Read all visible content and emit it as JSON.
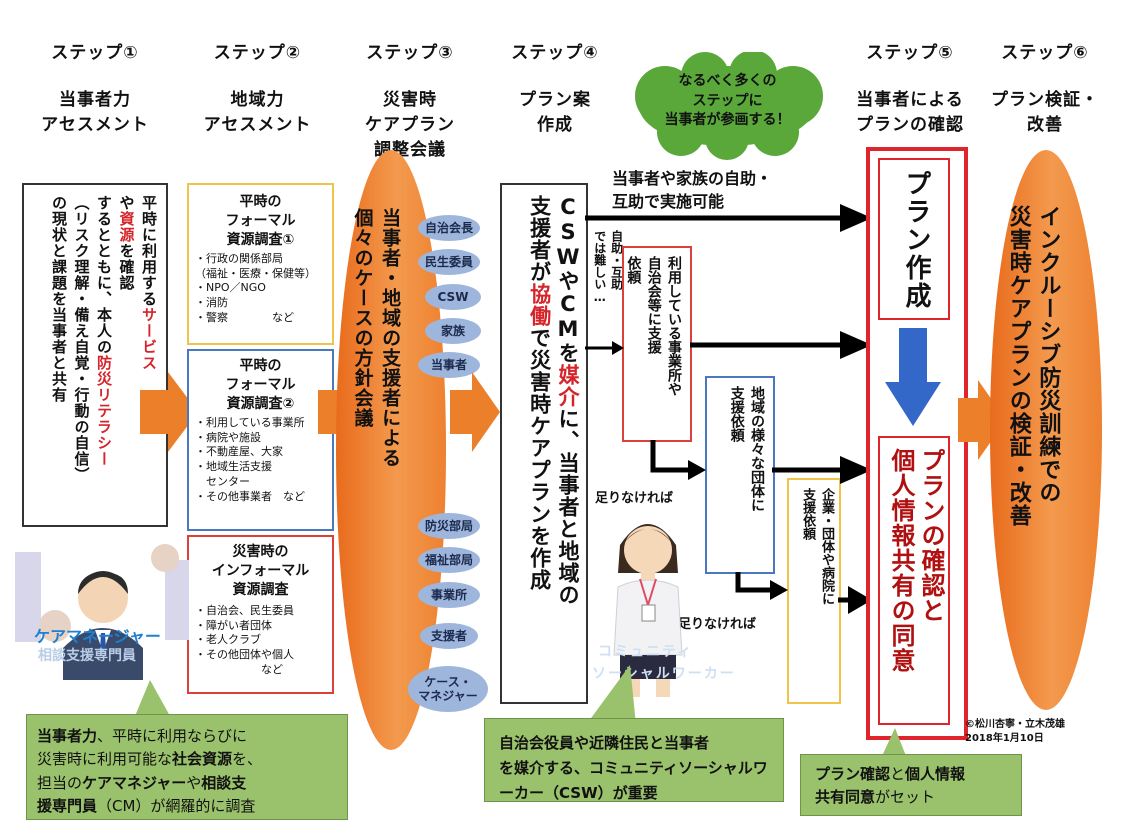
{
  "steps": [
    {
      "label": "ステップ①",
      "title_line1": "当事者力",
      "title_line2": "アセスメント"
    },
    {
      "label": "ステップ②",
      "title_line1": "地域力",
      "title_line2": "アセスメント"
    },
    {
      "label": "ステップ③",
      "title_line1": "災害時",
      "title_line2": "ケアプラン",
      "title_line3": "調整会議"
    },
    {
      "label": "ステップ④",
      "title_line1": "プラン案",
      "title_line2": "作成"
    },
    {
      "label": "ステップ⑤",
      "title_line1": "当事者による",
      "title_line2": "プランの確認"
    },
    {
      "label": "ステップ⑥",
      "title_line1": "プラン検証・",
      "title_line2": "改善"
    }
  ],
  "cloud": {
    "line1": "なるべく多くの",
    "line2": "ステップに",
    "line3": "当事者が参画する！"
  },
  "step1_box": {
    "col1_a": "平時に利用する",
    "col1_b": "サービス",
    "col2_a": "や",
    "col2_b": "資源",
    "col2_c": "を確認",
    "col3_a": "するとともに、本人の",
    "col3_b": "防災リテラシー",
    "col4": "（リスク理解・備え自覚・行動の自信）",
    "col5": "の現状と課題を当事者と共有"
  },
  "resources": [
    {
      "title_line1": "平時の",
      "title_line2": "フォーマル",
      "title_line3": "資源調査①",
      "items": [
        "・行政の関係部局",
        "（福祉・医療・保健等）",
        "・NPO／NGO",
        "・消防",
        "・警察　　　　など"
      ]
    },
    {
      "title_line1": "平時の",
      "title_line2": "フォーマル",
      "title_line3": "資源調査②",
      "items": [
        "・利用している事業所",
        "・病院や施設",
        "・不動産屋、大家",
        "・地域生活支援",
        "　センター",
        "・その他事業者　など"
      ]
    },
    {
      "title_line1": "災害時の",
      "title_line2": "インフォーマル",
      "title_line3": "資源調査",
      "items": [
        "・自治会、民生委員",
        "・障がい者団体",
        "・老人クラブ",
        "・その他団体や個人",
        "　　　　　　など"
      ]
    }
  ],
  "meeting": {
    "col1": "当事者・地域の支援者による",
    "col2": "個々のケースの方針会議"
  },
  "participants": [
    "自治会長",
    "民生委員",
    "CSW",
    "家族",
    "当事者",
    "防災部局",
    "福祉部局",
    "事業所",
    "支援者"
  ],
  "participants_multi": {
    "line1": "ケース・",
    "line2": "マネジャー"
  },
  "step4_box": {
    "col1_a": "CSWやCMを",
    "col1_b": "媒介",
    "col1_c": "に、当事者と地域の",
    "col2_a": "支援者が",
    "col2_b": "協働",
    "col2_c": "で災害時ケアプランを作成"
  },
  "self_help": {
    "line1": "当事者や家族の自助・",
    "line2": "互助で実施可能"
  },
  "difficult": {
    "col1": "自助・互助",
    "col2": "では難しい…"
  },
  "request_org": {
    "col1": "利用している事業所や",
    "col2": "自治会等に支援",
    "col3": "依頼"
  },
  "request_groups": {
    "col1": "地域の様々な団体に",
    "col2": "支援依頼"
  },
  "request_companies": {
    "col1": "企業・団体や病院に",
    "col2": "支援依頼"
  },
  "not_enough": [
    "足りなければ",
    "足りなければ"
  ],
  "plan_creation": "プラン作成",
  "confirm": {
    "col1": "プランの確認と",
    "col2": "個人情報共有の同意"
  },
  "verification": {
    "col1": "インクルーシブ防災訓練での",
    "col2": "災害時ケアプランの検証・改善"
  },
  "illustration": {
    "care_manager": "ケアマネージャー",
    "consultant": "相談支援専門員",
    "csw_line1": "コミュニティ",
    "csw_line2": "ソーシャルワーカー"
  },
  "callout1": {
    "line1_a": "当事者力",
    "line1_b": "、平時に利用ならびに",
    "line2_a": "災害時に利用可能な",
    "line2_b": "社会資源",
    "line2_c": "を、",
    "line3_a": "担当の",
    "line3_b": "ケアマネジャー",
    "line3_c": "や",
    "line3_d": "相談支",
    "line4_a": "援専門員",
    "line4_b": "（CM）が網羅的に調査"
  },
  "callout2": {
    "line1": "自治会役員や近隣住民と当事者",
    "line2": "を媒介する、コミュニティソーシャルワーカー（CSW）が重要"
  },
  "callout3": {
    "line1_a": "プラン確認",
    "line1_b": "と",
    "line1_c": "個人情報",
    "line2_a": "共有同意",
    "line2_b": "がセット"
  },
  "copyright": {
    "line1": "©松川杏寧・立木茂雄",
    "line2": "2018年1月10日"
  },
  "colors": {
    "orange": "#ec7f2a",
    "red": "#d6242b",
    "blue": "#3468c8",
    "green": "#9ac16b",
    "cloud_green": "#5aa83a"
  }
}
